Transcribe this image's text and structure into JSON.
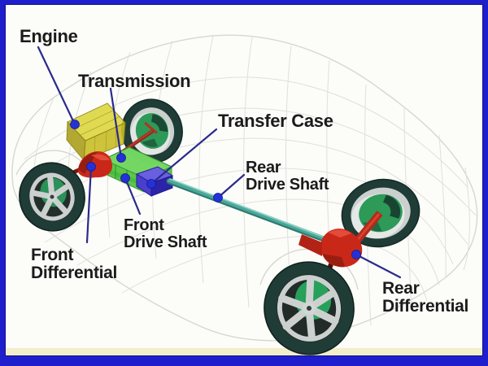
{
  "diagram": {
    "subject": "four-wheel-drive drivetrain cutaway diagram",
    "labels": {
      "engine": "Engine",
      "transmission": "Transmission",
      "transfer_case": "Transfer Case",
      "rear_drive_shaft_line1": "Rear",
      "rear_drive_shaft_line2": "Drive Shaft",
      "front_drive_shaft_line1": "Front",
      "front_drive_shaft_line2": "Drive Shaft",
      "front_differential_line1": "Front",
      "front_differential_line2": "Differential",
      "rear_differential_line1": "Rear",
      "rear_differential_line2": "Differential"
    },
    "colors": {
      "frame_border": "#1e1ecd",
      "frame_border_dark": "#10108a",
      "background": "#fcfcf9",
      "bottom_strip": "#f2eec9",
      "label_text": "#1b1b1b",
      "callout_line": "#2a2a8e",
      "callout_dot": "#2531d8",
      "wireframe": "#dfdfdb",
      "engine": "#ddd63c",
      "transmission": "#4ec23e",
      "transfer_case": "#4a3ecf",
      "drive_shaft": "#4aa89a",
      "differential": "#c92819",
      "tire": "#1f3c37",
      "rim": "#cbd0ce",
      "brake_disc": "#2d9a58"
    }
  }
}
